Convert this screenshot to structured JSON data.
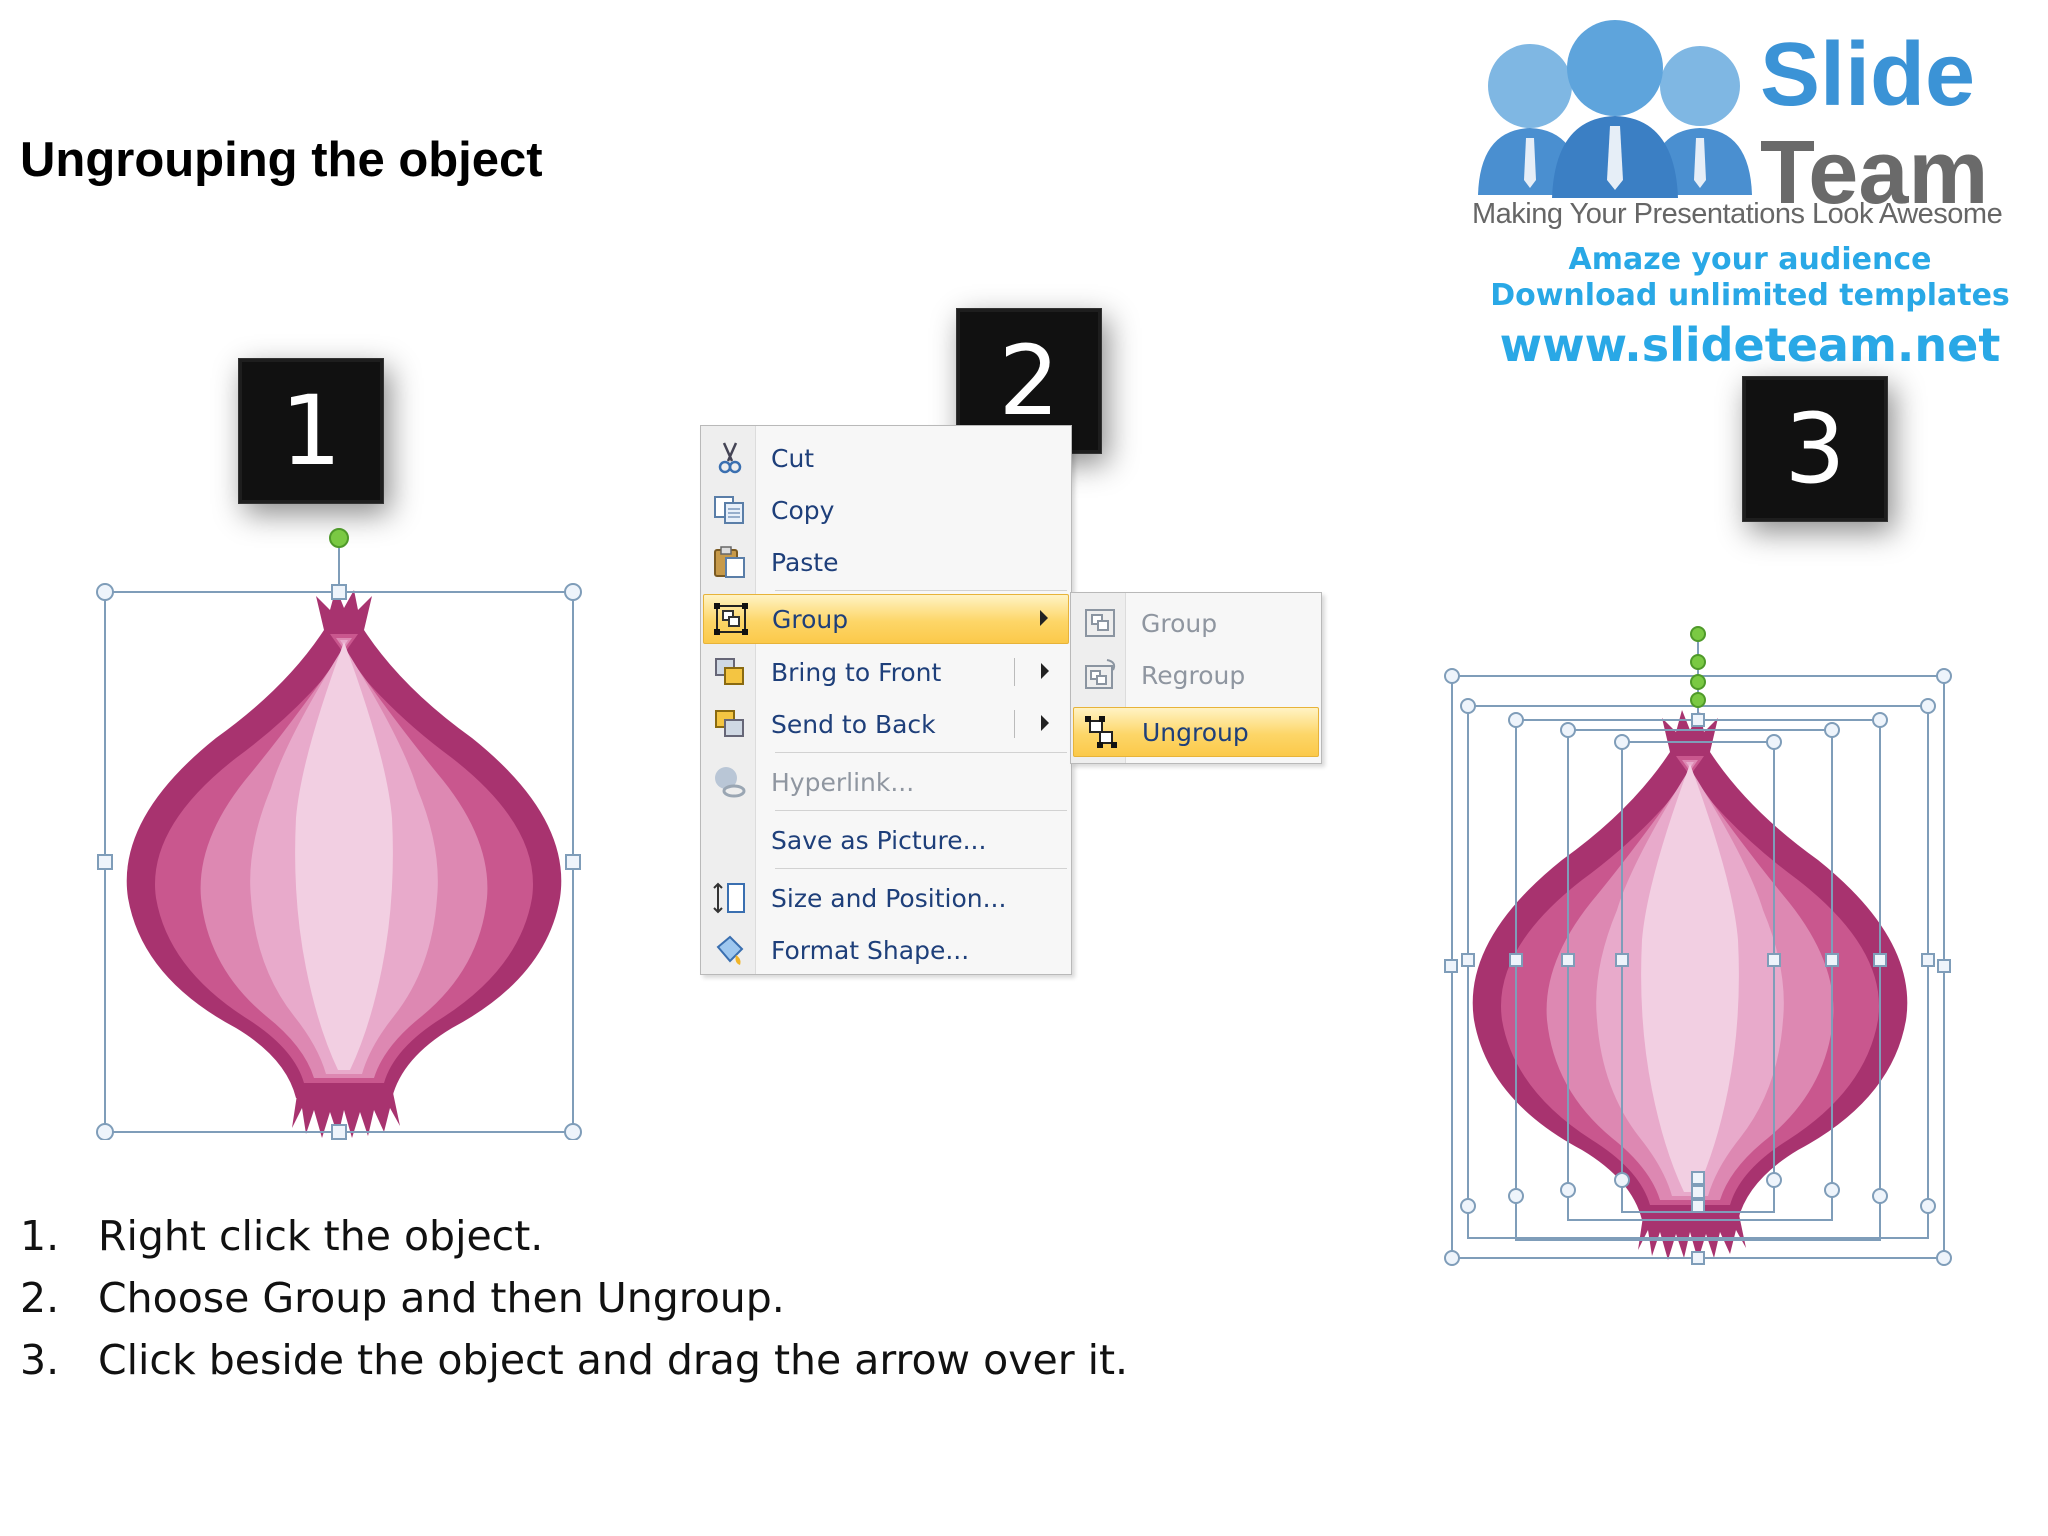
{
  "slide": {
    "title": "Ungrouping the object"
  },
  "badges": [
    "1",
    "2",
    "3"
  ],
  "logo": {
    "brand_line1": "Slide",
    "brand_line2": "Team",
    "tagline": "Making Your Presentations Look Awesome",
    "promo_line1": "Amaze your audience",
    "promo_line2": "Download unlimited templates",
    "promo_url": "www.slideteam.net",
    "colors": {
      "blue": "#3b93d6",
      "gray": "#6a6a6a",
      "promo": "#29a8e6"
    }
  },
  "context_menu": {
    "items": [
      {
        "label": "Cut",
        "icon": "scissors-icon"
      },
      {
        "label": "Copy",
        "icon": "copy-icon"
      },
      {
        "label": "Paste",
        "icon": "paste-icon"
      },
      {
        "label": "Group",
        "icon": "group-icon",
        "highlighted": true,
        "has_submenu": true
      },
      {
        "label": "Bring to Front",
        "icon": "bring-to-front-icon",
        "has_submenu": true
      },
      {
        "label": "Send to Back",
        "icon": "send-to-back-icon",
        "has_submenu": true
      },
      {
        "label": "Hyperlink...",
        "icon": "hyperlink-icon",
        "disabled": true
      },
      {
        "label": "Save as Picture...",
        "icon": ""
      },
      {
        "label": "Size and Position...",
        "icon": "size-position-icon"
      },
      {
        "label": "Format Shape...",
        "icon": "format-shape-icon"
      }
    ]
  },
  "submenu": {
    "items": [
      {
        "label": "Group",
        "icon": "group-icon",
        "disabled": true
      },
      {
        "label": "Regroup",
        "icon": "regroup-icon",
        "disabled": true
      },
      {
        "label": "Ungroup",
        "icon": "ungroup-icon",
        "highlighted": true
      }
    ]
  },
  "steps": [
    {
      "num": "1.",
      "text": "Right click the object."
    },
    {
      "num": "2.",
      "text": "Choose Group and then Ungroup."
    },
    {
      "num": "3.",
      "text": "Click beside the object and drag the arrow over it."
    }
  ],
  "colors": {
    "onion_dark": "#a8336f",
    "onion_mid": "#c9578e",
    "onion_light": "#dd88b2",
    "onion_pale": "#efc4da",
    "menu_highlight": "#fdd668",
    "menu_text": "#1e3f7a"
  }
}
